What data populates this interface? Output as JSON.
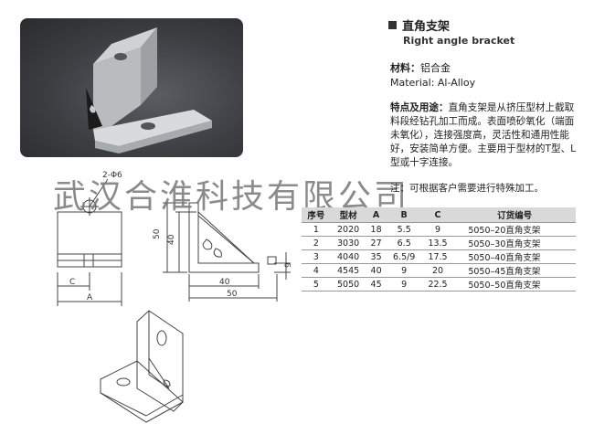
{
  "heading": {
    "zh": "直角支架",
    "en": "Right angle bracket"
  },
  "material": {
    "label": "材料：",
    "value": "铝合金",
    "en": "Material: Al-Alloy"
  },
  "features": {
    "label": "特点及用途：",
    "text": "直角支架是从挤压型材上截取料段经钻孔加工而成。表面喷砂氧化（端面未氧化），连接强度高，灵活性和通用性能好，安装简单方便。主要用于型材的T型、L型或十字连接。"
  },
  "note": "注：可根据客户需要进行特殊加工。",
  "watermark": "武汉合淮科技有限公司",
  "drawing": {
    "dim_hole": "2-Φ6",
    "dim_50_v": "50",
    "dim_40_v": "40",
    "dim_9": "9",
    "dim_40_h": "40",
    "dim_50_h": "50",
    "dim_C": "C",
    "dim_A": "A"
  },
  "table": {
    "headers": [
      "序号",
      "型材",
      "A",
      "B",
      "C",
      "订货编号"
    ],
    "rows": [
      [
        "1",
        "2020",
        "18",
        "5.5",
        "9",
        "5050–20直角支架"
      ],
      [
        "2",
        "3030",
        "27",
        "6.5",
        "13.5",
        "5050–30直角支架"
      ],
      [
        "3",
        "4040",
        "35",
        "6.5/9",
        "17.5",
        "5050–40直角支架"
      ],
      [
        "4",
        "4545",
        "40",
        "9",
        "20",
        "5050–45直角支架"
      ],
      [
        "5",
        "5050",
        "45",
        "9",
        "22.5",
        "5050–50直角支架"
      ]
    ]
  },
  "colors": {
    "photo_bg": "#3c3e42",
    "header_bg": "#d9d9d9",
    "line": "#555555"
  }
}
